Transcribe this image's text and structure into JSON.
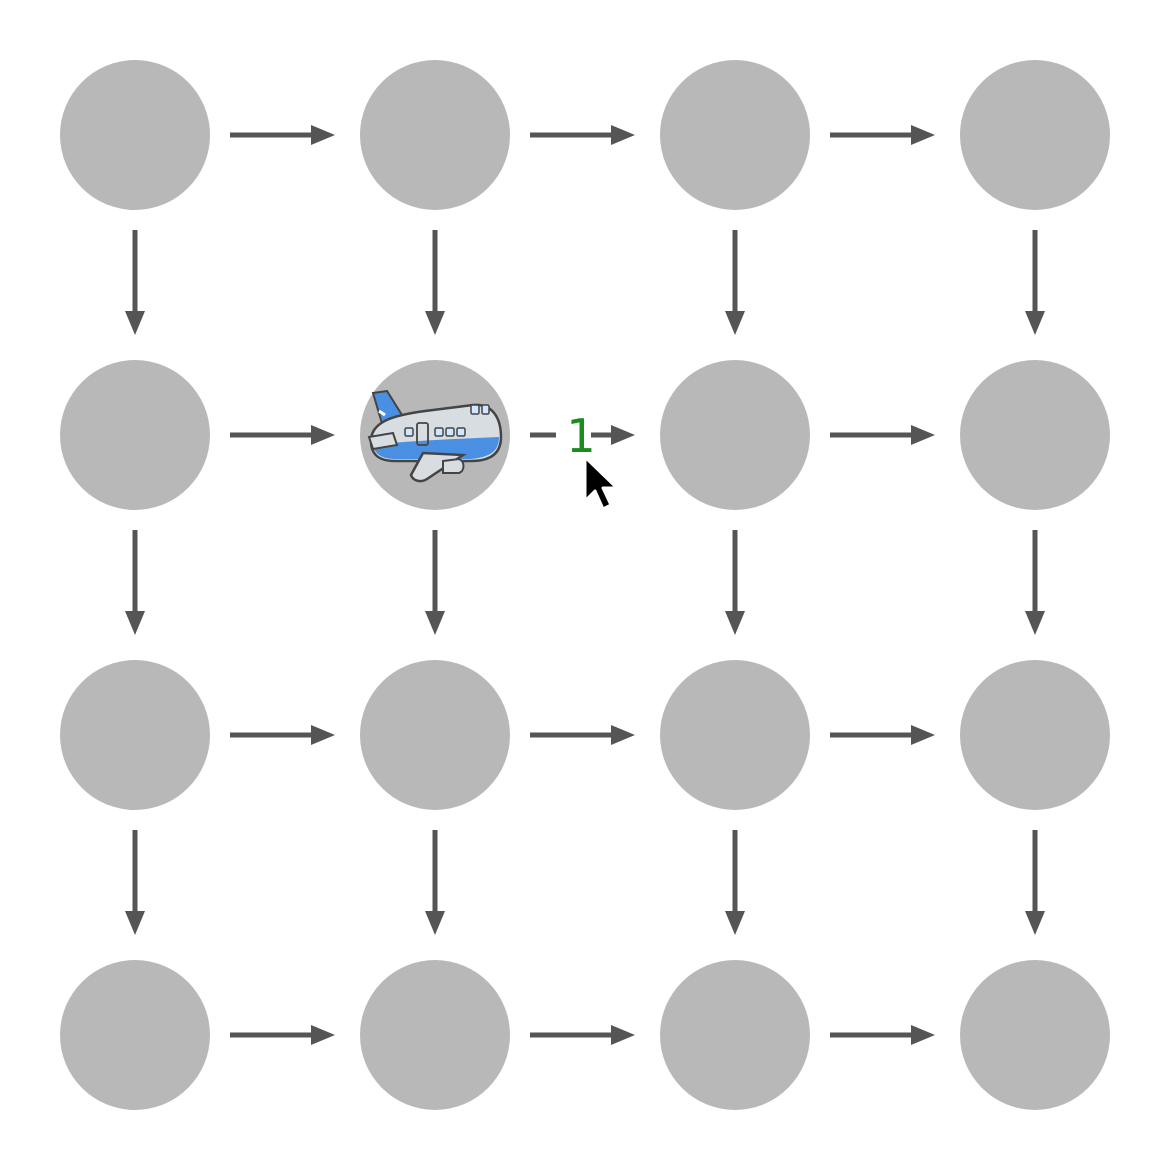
{
  "grid": {
    "rows": 4,
    "cols": 4,
    "node_color": "#b8b8b8",
    "arrow_color": "#555555",
    "background": "#ffffff"
  },
  "player": {
    "icon": "airplane-icon",
    "row": 1,
    "col": 1,
    "colors": {
      "body": "#d8dde2",
      "stripe": "#4a90e2",
      "outline": "#444444"
    }
  },
  "edge_labels": [
    {
      "from": [
        1,
        1
      ],
      "to": [
        1,
        2
      ],
      "text": "1",
      "color": "#1a8c1a"
    }
  ],
  "cursor": {
    "icon": "mouse-pointer-icon",
    "near_edge": [
      [
        1,
        1
      ],
      [
        1,
        2
      ]
    ]
  }
}
